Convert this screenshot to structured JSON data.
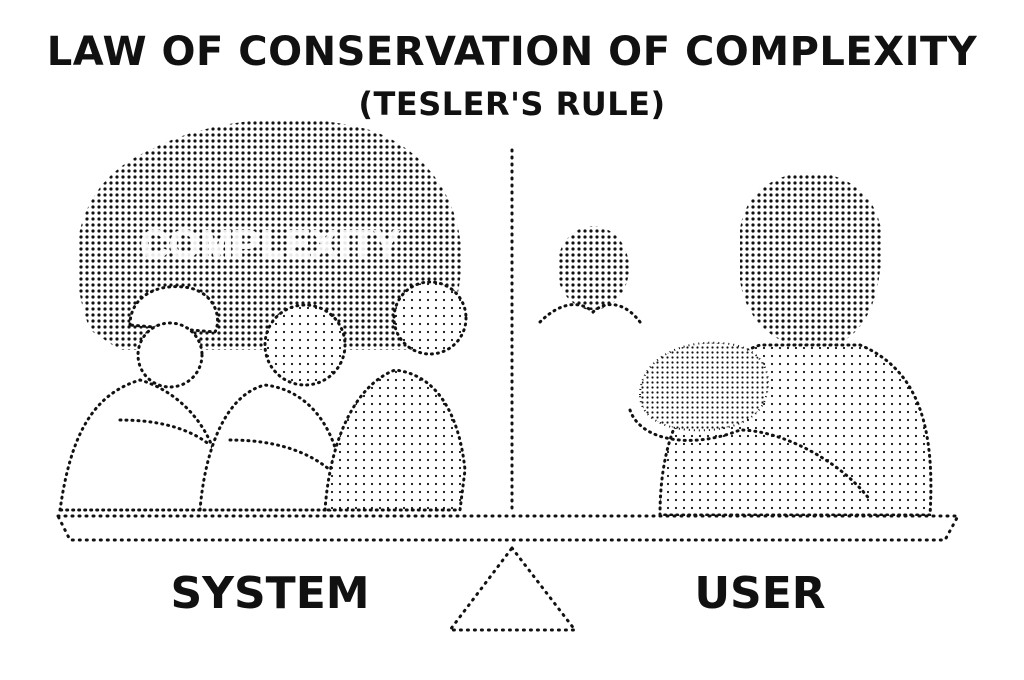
{
  "diagram": {
    "title": "LAW OF CONSERVATION OF COMPLEXITY",
    "subtitle": "(TESLER'S RULE)",
    "boulder_label": "COMPLEXITY",
    "left_label": "SYSTEM",
    "right_label": "USER",
    "colors": {
      "ink": "#111111",
      "background": "#ffffff"
    }
  }
}
